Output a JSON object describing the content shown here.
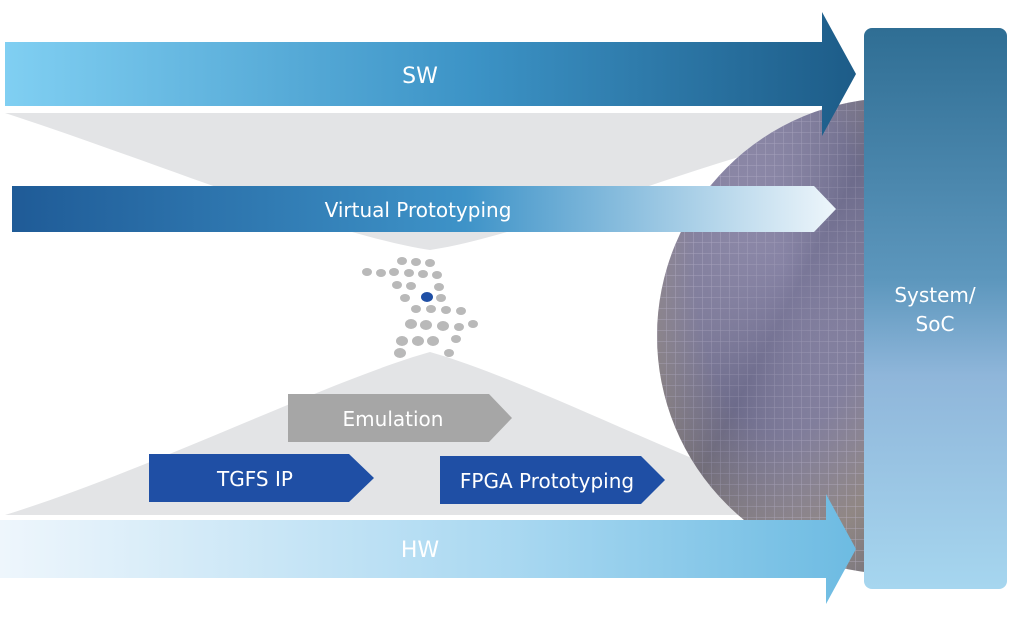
{
  "diagram": {
    "sw_label": "SW",
    "hw_label": "HW",
    "virtual_prototyping_label": "Virtual Prototyping",
    "emulation_label": "Emulation",
    "tgfs_ip_label": "TGFS IP",
    "fpga_prototyping_label": "FPGA Prototyping",
    "system_soc_line1": "System/",
    "system_soc_line2": "SoC"
  },
  "colors": {
    "sw_start": "#7fcdf0",
    "sw_end": "#1e5f8c",
    "hw_start": "#eaf4fb",
    "hw_end": "#6fbce3",
    "vp_start": "#1e5b98",
    "vp_end": "#e9f3fa",
    "emulation": "#a6a6a6",
    "chip_blue": "#1f4fa5",
    "soc_top": "#2f6f95",
    "soc_bottom": "#a3d3ee",
    "funnel_gray": "#e3e4e6",
    "dot_gray": "#b9b9b9",
    "dot_accent": "#1f4fa5"
  },
  "icons": [
    "wafer-image",
    "dot-cluster-icon"
  ]
}
